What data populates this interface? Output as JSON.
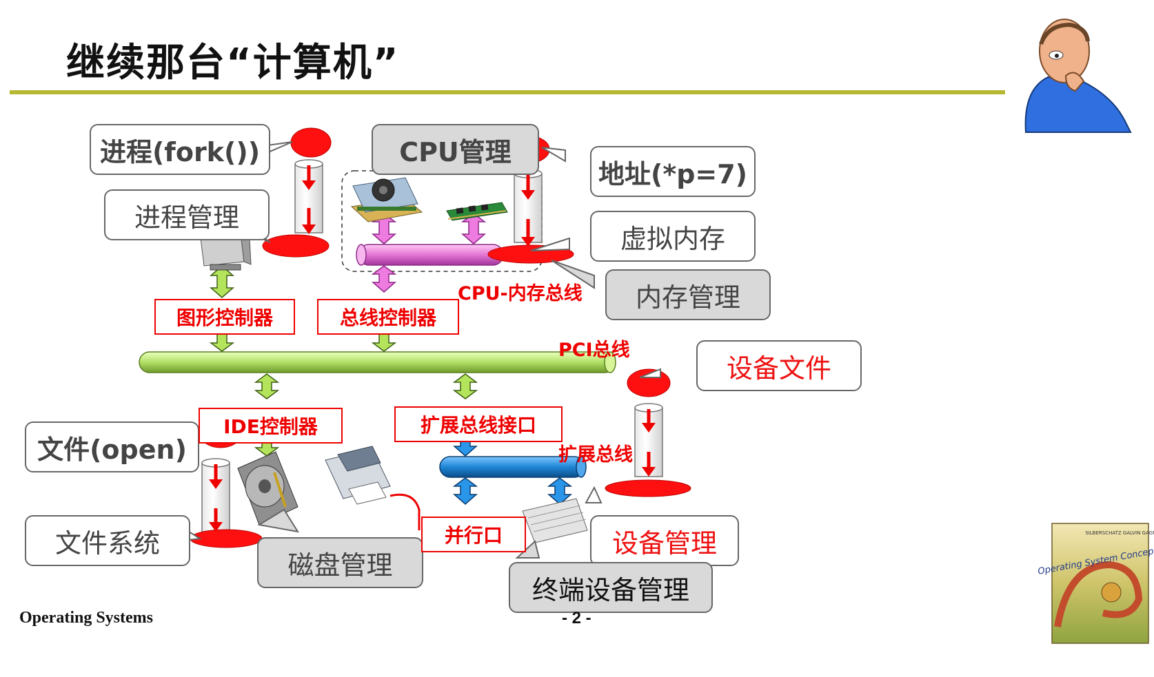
{
  "slide": {
    "title": "继续那台“计算机”",
    "footer_left": "Operating Systems",
    "page_number": "- 2 -"
  },
  "callouts": {
    "process_fork": "进程(fork())",
    "process_mgmt": "进程管理",
    "cpu_mgmt": "CPU管理",
    "address": "地址(*p=7)",
    "virtual_memory": "虚拟内存",
    "memory_mgmt": "内存管理",
    "device_file": "设备文件",
    "file_open": "文件(open)",
    "file_system": "文件系统",
    "disk_mgmt": "磁盘管理",
    "device_mgmt": "设备管理",
    "terminal_mgmt": "终端设备管理"
  },
  "controllers": {
    "graphics": "图形控制器",
    "bus": "总线控制器",
    "ide": "IDE控制器",
    "expansion_interface": "扩展总线接口",
    "parallel_port": "并行口"
  },
  "bus_labels": {
    "cpu_memory": "CPU-内存总线",
    "pci": "PCI总线",
    "expansion": "扩展总线"
  },
  "book_cover": {
    "authors": "SILBERSCHATZ GALVIN GAGNE",
    "title": "Operating System Concepts"
  },
  "colors": {
    "accent_rule": "#b7b832",
    "red": "#ee1111",
    "pci_bus": "#b6e36a",
    "memory_bus": "#e67ad6",
    "expansion_bus": "#1f86d6"
  }
}
